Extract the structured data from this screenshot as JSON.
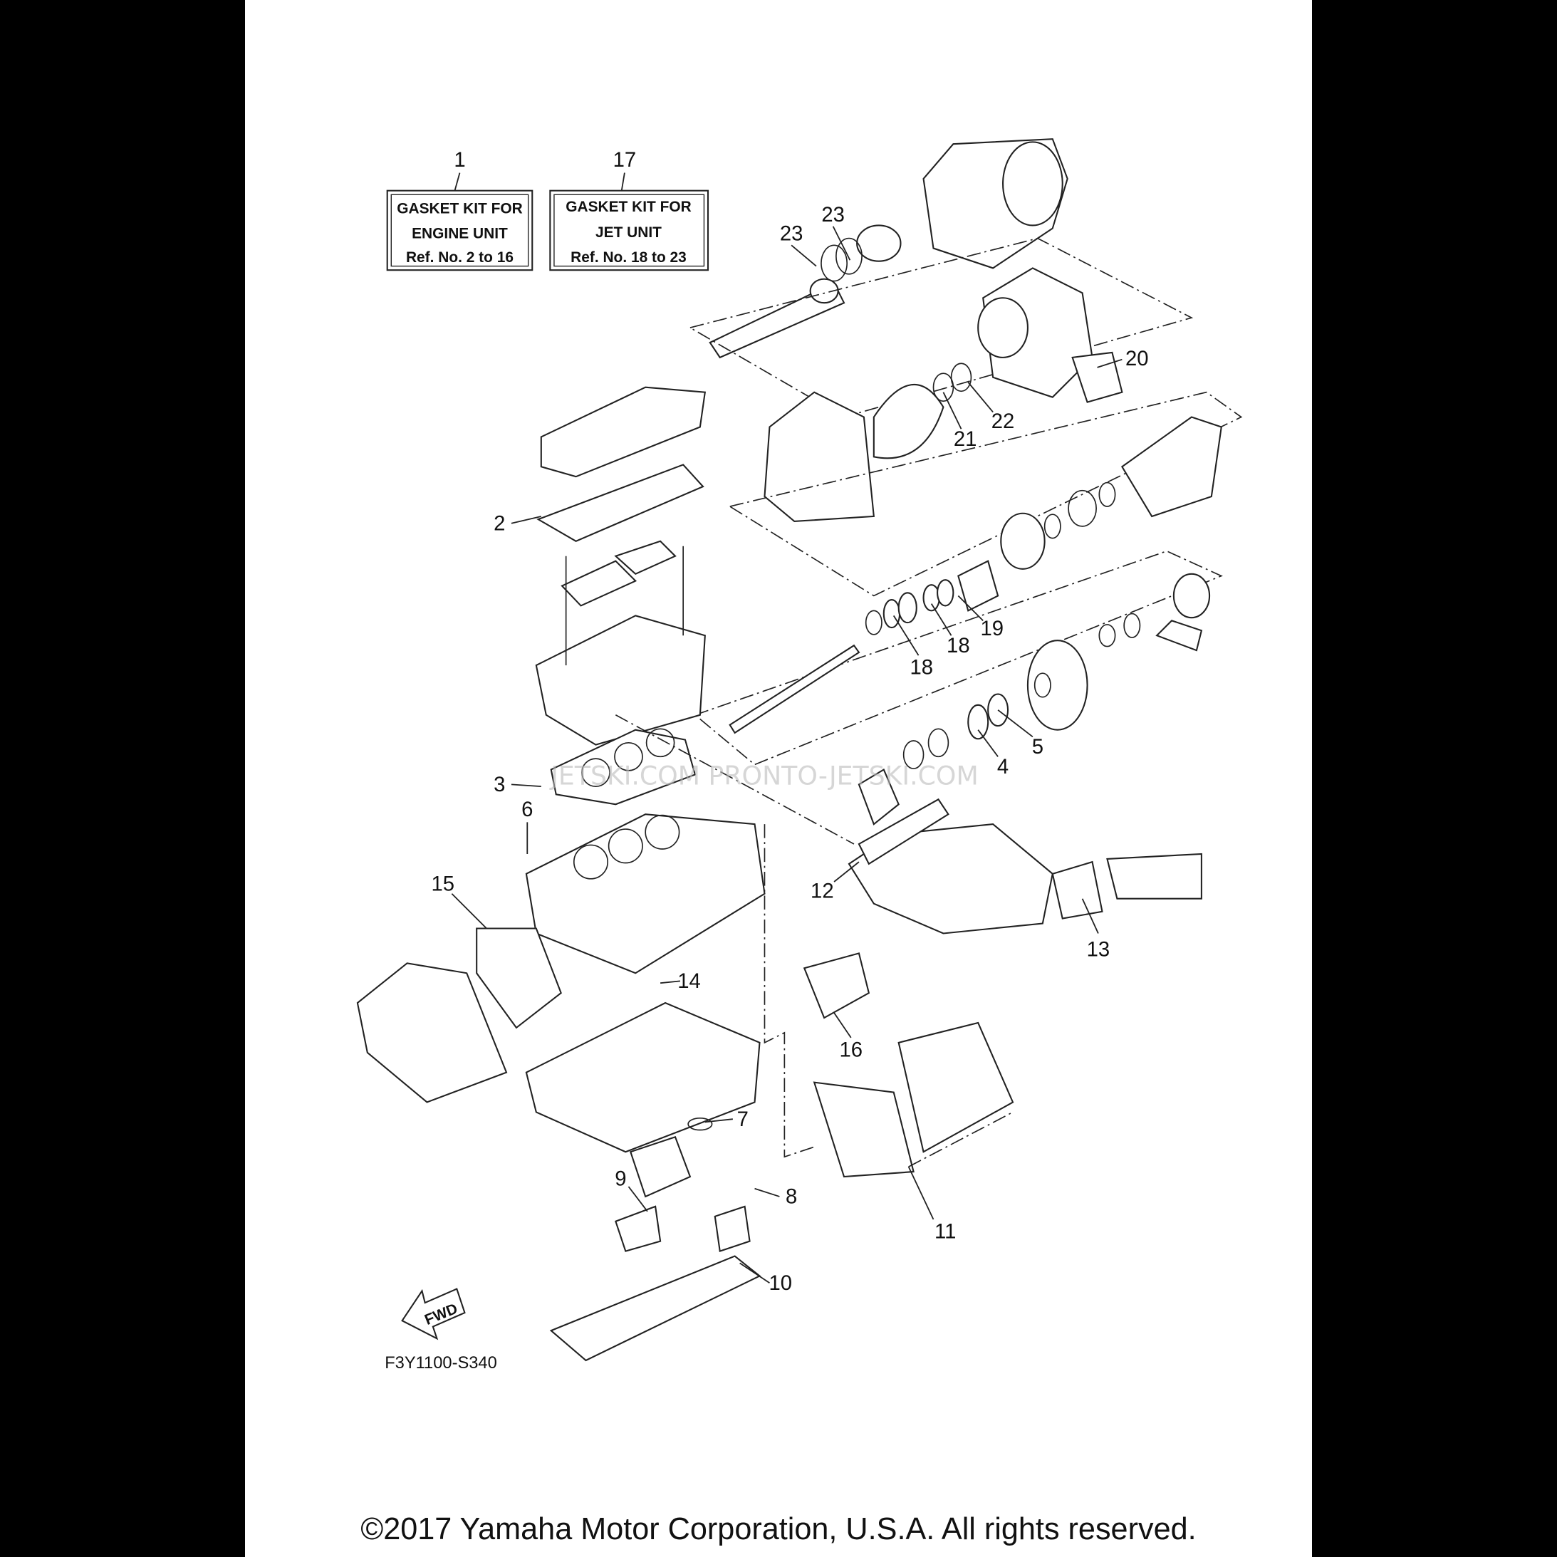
{
  "kits": [
    {
      "ref": "1",
      "lines": [
        "GASKET KIT FOR",
        "ENGINE UNIT",
        "Ref. No. 2 to 16"
      ]
    },
    {
      "ref": "17",
      "lines": [
        "GASKET KIT FOR",
        "JET UNIT",
        "Ref. No. 18 to 23"
      ]
    }
  ],
  "callouts": [
    "23",
    "23",
    "20",
    "22",
    "21",
    "2",
    "19",
    "18",
    "18",
    "5",
    "4",
    "3",
    "6",
    "15",
    "12",
    "13",
    "14",
    "16",
    "7",
    "9",
    "8",
    "11",
    "10"
  ],
  "fwd_label": "FWD",
  "diagram_code": "F3Y1100-S340",
  "watermark": "JETSKI.COM  PRONTO-JETSKI.COM",
  "copyright": "©2017 Yamaha Motor Corporation, U.S.A. All rights reserved."
}
